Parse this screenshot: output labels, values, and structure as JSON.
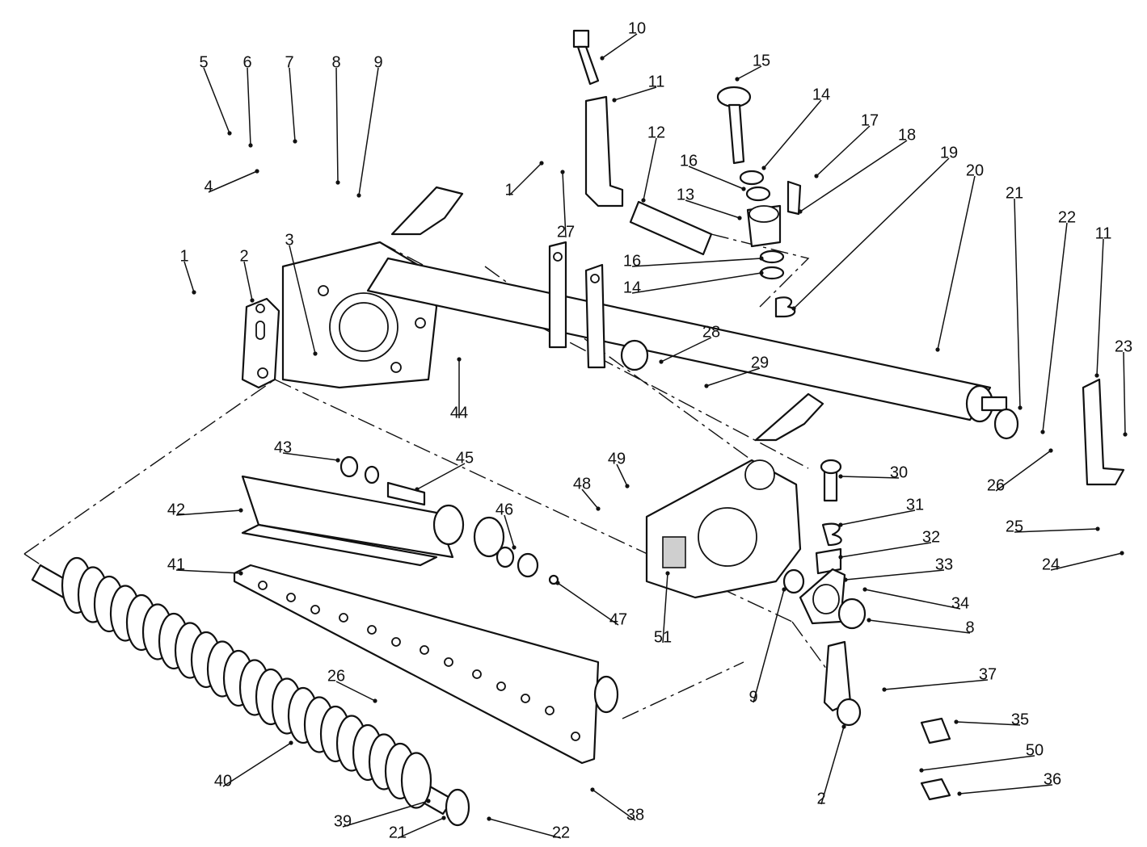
{
  "callouts": [
    {
      "id": "c5",
      "text": "5"
    },
    {
      "id": "c6",
      "text": "6"
    },
    {
      "id": "c7",
      "text": "7"
    },
    {
      "id": "c8a",
      "text": "8"
    },
    {
      "id": "c9a",
      "text": "9"
    },
    {
      "id": "c4",
      "text": "4"
    },
    {
      "id": "c1a",
      "text": "1"
    },
    {
      "id": "c2a",
      "text": "2"
    },
    {
      "id": "c3",
      "text": "3"
    },
    {
      "id": "c44",
      "text": "44"
    },
    {
      "id": "c10",
      "text": "10"
    },
    {
      "id": "c11a",
      "text": "11"
    },
    {
      "id": "c1b",
      "text": "1"
    },
    {
      "id": "c27",
      "text": "27"
    },
    {
      "id": "c12",
      "text": "12"
    },
    {
      "id": "c15",
      "text": "15"
    },
    {
      "id": "c14a",
      "text": "14"
    },
    {
      "id": "c17",
      "text": "17"
    },
    {
      "id": "c18",
      "text": "18"
    },
    {
      "id": "c16a",
      "text": "16"
    },
    {
      "id": "c13",
      "text": "13"
    },
    {
      "id": "c19",
      "text": "19"
    },
    {
      "id": "c20",
      "text": "20"
    },
    {
      "id": "c16b",
      "text": "16"
    },
    {
      "id": "c14b",
      "text": "14"
    },
    {
      "id": "c28",
      "text": "28"
    },
    {
      "id": "c29",
      "text": "29"
    },
    {
      "id": "c21a",
      "text": "21"
    },
    {
      "id": "c22a",
      "text": "22"
    },
    {
      "id": "c11b",
      "text": "11"
    },
    {
      "id": "c23",
      "text": "23"
    },
    {
      "id": "c26a",
      "text": "26"
    },
    {
      "id": "c25",
      "text": "25"
    },
    {
      "id": "c24",
      "text": "24"
    },
    {
      "id": "c43",
      "text": "43"
    },
    {
      "id": "c45",
      "text": "45"
    },
    {
      "id": "c42",
      "text": "42"
    },
    {
      "id": "c41",
      "text": "41"
    },
    {
      "id": "c46",
      "text": "46"
    },
    {
      "id": "c47",
      "text": "47"
    },
    {
      "id": "c49",
      "text": "49"
    },
    {
      "id": "c48",
      "text": "48"
    },
    {
      "id": "c51",
      "text": "51"
    },
    {
      "id": "c30",
      "text": "30"
    },
    {
      "id": "c31",
      "text": "31"
    },
    {
      "id": "c32",
      "text": "32"
    },
    {
      "id": "c33",
      "text": "33"
    },
    {
      "id": "c34",
      "text": "34"
    },
    {
      "id": "c8b",
      "text": "8"
    },
    {
      "id": "c9b",
      "text": "9"
    },
    {
      "id": "c37",
      "text": "37"
    },
    {
      "id": "c35",
      "text": "35"
    },
    {
      "id": "c50",
      "text": "50"
    },
    {
      "id": "c36",
      "text": "36"
    },
    {
      "id": "c2b",
      "text": "2"
    },
    {
      "id": "c26b",
      "text": "26"
    },
    {
      "id": "c40",
      "text": "40"
    },
    {
      "id": "c39",
      "text": "39"
    },
    {
      "id": "c21b",
      "text": "21"
    },
    {
      "id": "c22b",
      "text": "22"
    },
    {
      "id": "c38",
      "text": "38"
    }
  ]
}
